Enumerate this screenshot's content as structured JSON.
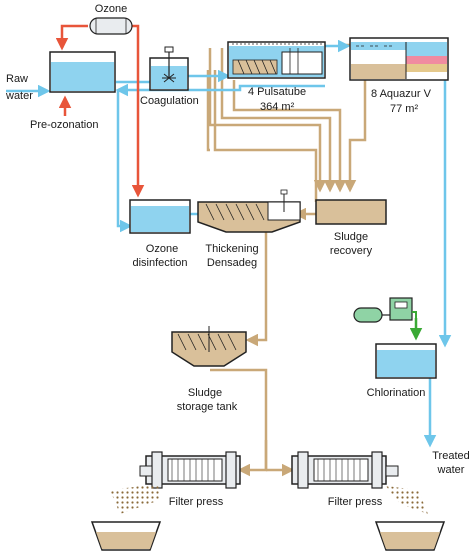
{
  "labels": {
    "ozone": "Ozone",
    "raw_water_1": "Raw",
    "raw_water_2": "water",
    "pre_ozonation": "Pre-ozonation",
    "coagulation": "Coagulation",
    "pulsatube_1": "4 Pulsatube",
    "pulsatube_2": "364 m²",
    "aquazur_1": "8 Aquazur V",
    "aquazur_2": "77 m²",
    "ozone_disinfection_1": "Ozone",
    "ozone_disinfection_2": "disinfection",
    "thickening_1": "Thickening",
    "thickening_2": "Densadeg",
    "sludge_recovery_1": "Sludge",
    "sludge_recovery_2": "recovery",
    "chlorination": "Chlorination",
    "sludge_storage_1": "Sludge",
    "sludge_storage_2": "storage tank",
    "treated_water_1": "Treated",
    "treated_water_2": "water",
    "filter_press_left": "Filter press",
    "filter_press_right": "Filter press"
  },
  "colors": {
    "water": "#8fd3ef",
    "water_line": "#6ec6ea",
    "ozone_line": "#e8553a",
    "sludge_line": "#c9a878",
    "chlorine_line": "#3aa935",
    "sludge_fill": "#d9c09a",
    "equipment": "#e9ecef",
    "outline": "#222222",
    "pink_layer": "#f08ba0",
    "sand_layer": "#e5c98c"
  }
}
